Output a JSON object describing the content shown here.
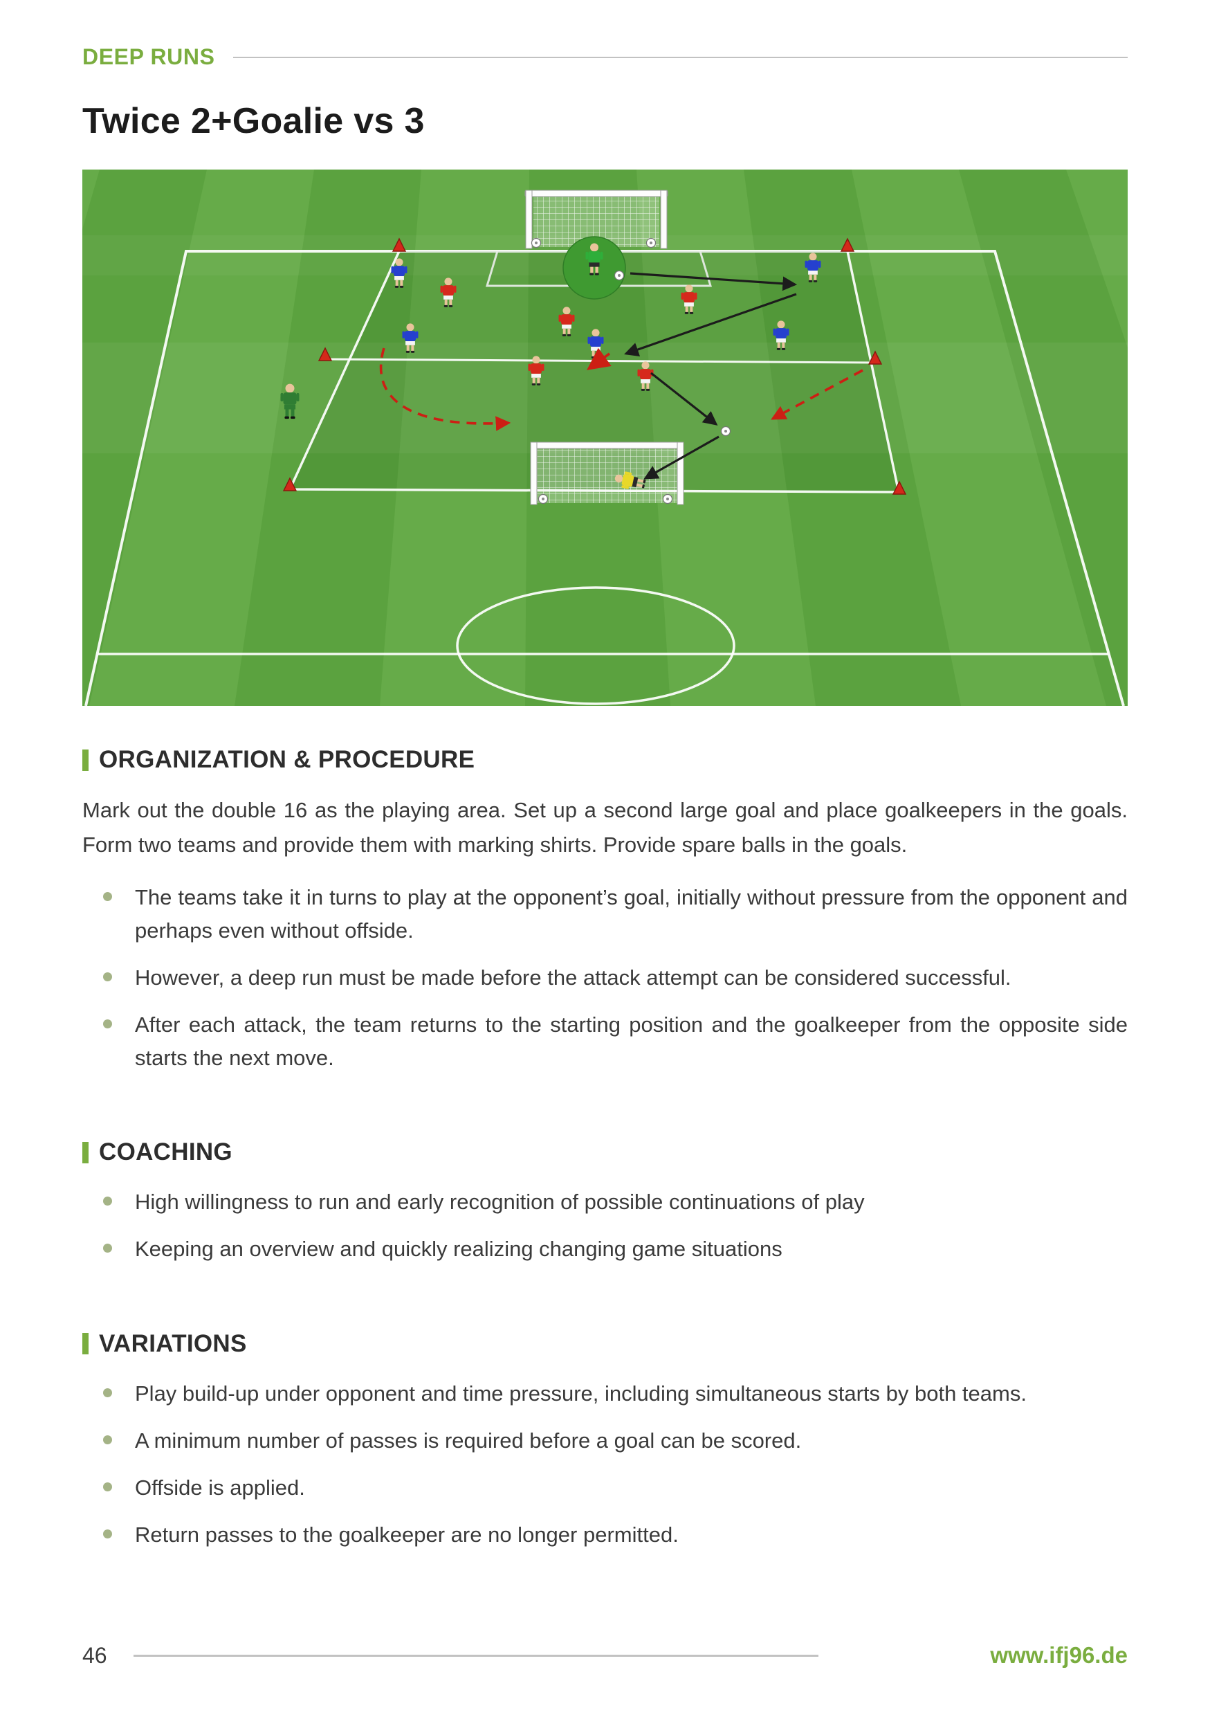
{
  "page": {
    "header": {
      "category": "DEEP RUNS"
    },
    "title": "Twice 2+Goalie vs 3",
    "footer": {
      "page_number": "46",
      "website": "www.ifj96.de"
    }
  },
  "colors": {
    "accent_green": "#7aad3f",
    "bullet": "#a4b386",
    "text": "#3a3a3a",
    "line_gray": "#c2c2c2",
    "field_green_dark": "#5ba23f",
    "field_green_light": "#66ab49",
    "team_blue": "#2540cf",
    "team_red": "#d6281c",
    "goalkeeper_green": "#2fae3a",
    "goalkeeper_yellow": "#e8d829",
    "cone_red": "#d4281a",
    "run_arrow_red": "#cc1f14",
    "pass_arrow_black": "#1c1c1c"
  },
  "sections": [
    {
      "heading": "ORGANIZATION & PROCEDURE",
      "intro": "Mark out the double 16 as the playing area. Set up a second large goal and place goalkeepers in the goals. Form two teams and provide them with marking shirts. Provide spare balls in the goals.",
      "bullets": [
        "The teams take it in turns to play at the opponent’s goal, initially without pressure from the opponent and perhaps even without offside.",
        "However, a deep run must be made before the attack attempt can be considered successful.",
        "After each attack, the team returns to the starting position and the goalkeeper from the opposite side starts the next move."
      ]
    },
    {
      "heading": "COACHING",
      "bullets": [
        "High willingness to run and early recognition of possible continuations of play",
        "Keeping an overview and quickly realizing changing game situations"
      ]
    },
    {
      "heading": "VARIATIONS",
      "bullets": [
        "Play build-up under opponent and time pressure, including simultaneous starts by both teams.",
        "A minimum number of passes is required before a goal can be scored.",
        "Offside is applied.",
        "Return passes to the goalkeeper are no longer permitted."
      ]
    }
  ],
  "diagram": {
    "description": "Drill on the double 16 playing area: two large goals facing each other with goalkeepers (green on top, yellow below), blue team vs red team, coach at the left side, red cones marking corners and midpoints, black arrows for passes and shot, red dashed arrows for deep runs, spare balls in the goals."
  }
}
